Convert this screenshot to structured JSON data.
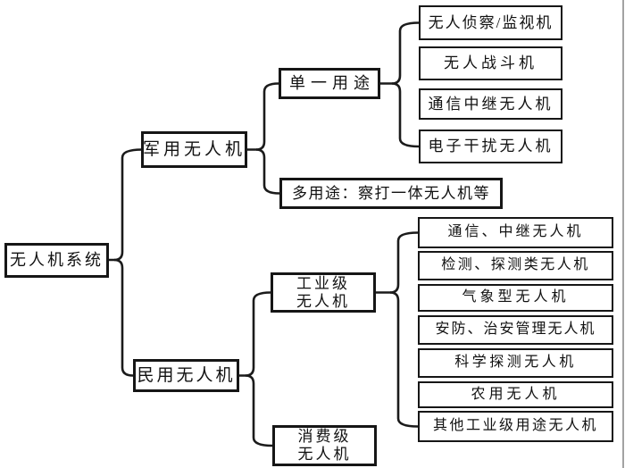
{
  "diagram": {
    "nodes": {
      "root": "无人机系统",
      "military": "军用无人机",
      "civil": "民用无人机",
      "single_purpose": "单一用途",
      "multi_purpose": "多用途：察打一体无人机等",
      "industrial_line1": "工业级",
      "industrial_line2": "无人机",
      "consumer_line1": "消费级",
      "consumer_line2": "无人机",
      "military_single_types": [
        "无人侦察/监视机",
        "无人战斗机",
        "通信中继无人机",
        "电子干扰无人机"
      ],
      "industrial_types": [
        "通信、中继无人机",
        "检测、探测类无人机",
        "气象型无人机",
        "安防、治安管理无人机",
        "科学探测无人机",
        "农用无人机",
        "其他工业级用途无人机"
      ]
    },
    "colors": {
      "line": "#1b1b1b",
      "box_border": "#161616",
      "page_divider": "#8c8c8c",
      "background": "#ffffff"
    }
  }
}
